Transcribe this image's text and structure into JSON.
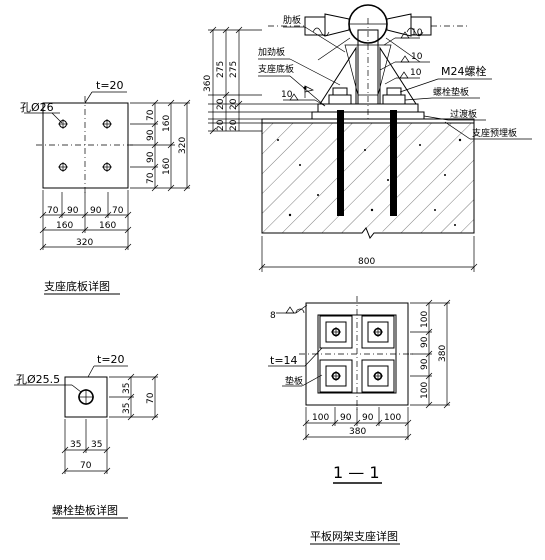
{
  "base_plate": {
    "thickness": "t=20",
    "hole": "孔Ø26",
    "dims_bottom_1": [
      "70",
      "90",
      "90",
      "70"
    ],
    "dims_bottom_2": [
      "160",
      "160"
    ],
    "dims_bottom_3": "320",
    "dims_right_1": [
      "70",
      "90",
      "90",
      "70"
    ],
    "dims_right_2": [
      "160",
      "160"
    ],
    "dims_right_3": "320",
    "title": "支座底板详图"
  },
  "support_elevation": {
    "labels": {
      "rib": "肋板",
      "stiffener": "加劲板",
      "base_plate": "支座底板",
      "bolt": "M24螺栓",
      "washer": "螺栓垫板",
      "transition": "过渡板",
      "embed": "支座预埋板"
    },
    "weld_size_1": "10",
    "weld_size_2": "10",
    "weld_size_3": "10",
    "weld_size_4": "10",
    "dims_left": [
      "360",
      "275",
      "275",
      "20",
      "20",
      "20",
      "20"
    ],
    "dim_bottom": "800"
  },
  "washer_plate": {
    "thickness": "t=20",
    "hole": "孔Ø25.5",
    "dims_right_1": [
      "35",
      "35"
    ],
    "dims_right_2": "70",
    "dims_bottom_1": [
      "35",
      "35"
    ],
    "dims_bottom_2": "70",
    "title": "螺栓垫板详图"
  },
  "section_1_1": {
    "weld": "8",
    "thickness": "t=14",
    "pad": "垫板",
    "dims_right": [
      "100",
      "90",
      "90",
      "100"
    ],
    "dims_right_total": "380",
    "dims_bottom": [
      "100",
      "90",
      "90",
      "100"
    ],
    "dims_bottom_total": "380",
    "section_label": "1 — 1",
    "title": "平板网架支座详图"
  }
}
